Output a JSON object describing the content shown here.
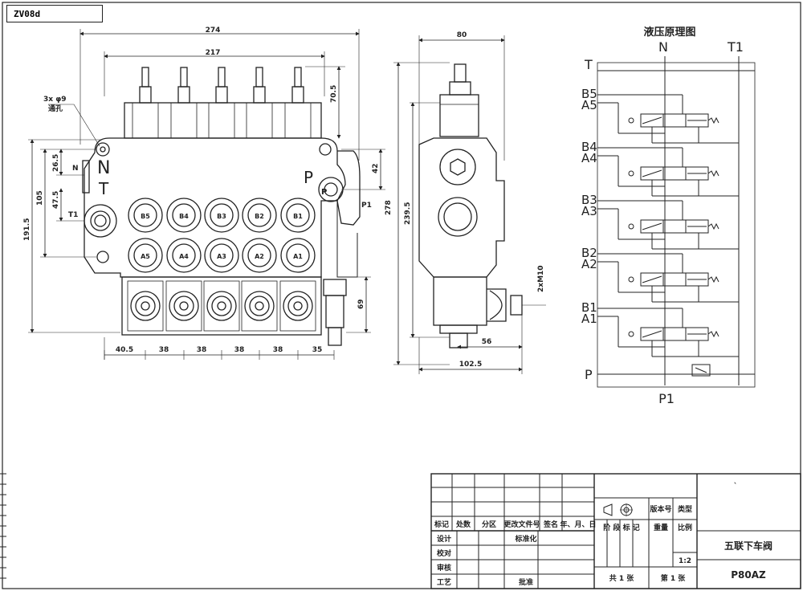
{
  "drawing_code": "ZV08d",
  "dims": {
    "overall_width": "274",
    "inner_width": "217",
    "top_h": "70.5",
    "mount_holes": "3x φ9",
    "mount_holes_sub": "通孔",
    "d_26_5": "26.5",
    "d_47_5": "47.5",
    "d_105": "105",
    "d_191_5": "191.5",
    "d_42": "42",
    "d_69": "69",
    "pitch_first": "40.5",
    "pitch": "38",
    "pitch_last": "35",
    "side_width": "80",
    "side_h_278": "278",
    "side_h_239_5": "239.5",
    "side_56": "56",
    "side_102_5": "102.5",
    "thread": "2xM10"
  },
  "ports": {
    "n_small": "N",
    "n_big": "N",
    "t_big": "T",
    "t1_small": "T1",
    "p_big": "P",
    "p_small": "P",
    "p1_small": "P1",
    "b_row": [
      "B5",
      "B4",
      "B3",
      "B2",
      "B1"
    ],
    "a_row": [
      "A5",
      "A4",
      "A3",
      "A2",
      "A1"
    ]
  },
  "schematic": {
    "title": "液压原理图",
    "n_label": "N",
    "t1_label": "T1",
    "t_label": "T",
    "p_label": "P",
    "p1_label": "P1",
    "sections": [
      {
        "b": "B5",
        "a": "A5"
      },
      {
        "b": "B4",
        "a": "A4"
      },
      {
        "b": "B3",
        "a": "A3"
      },
      {
        "b": "B2",
        "a": "A2"
      },
      {
        "b": "B1",
        "a": "A1"
      }
    ]
  },
  "title_block": {
    "h_mark": "标记",
    "h_count": "处数",
    "h_zone": "分区",
    "h_docno": "更改文件号",
    "h_sign": "签名",
    "h_date": "年、月、日",
    "design": "设计",
    "standard": "标准化",
    "check": "校对",
    "review": "审核",
    "process": "工艺",
    "approve": "批准",
    "stage_mark": "阶 段 标 记",
    "weight": "重量",
    "scale_label": "比例",
    "scale_value": "1:2",
    "version": "版本号",
    "type": "类型",
    "total": "共 1 张",
    "sheet": "第 1 张",
    "part_name": "五联下车阀",
    "part_code": "P80AZ",
    "tick": "`"
  }
}
